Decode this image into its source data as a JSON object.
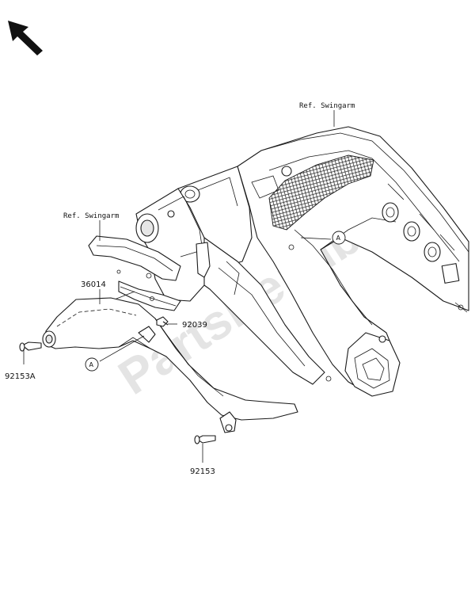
{
  "labels": {
    "ref_swingarm_top": "Ref. Swingarm",
    "ref_swingarm_left": "Ref. Swingarm",
    "part_36014": "36014",
    "part_92039": "92039",
    "part_92153A": "92153A",
    "part_92153": "92153",
    "callout_a_right": "A",
    "callout_a_left": "A"
  },
  "watermark": "PartsRepublik",
  "icons": {
    "direction_arrow": "arrow-up-left-icon",
    "watermark_gear": "gear-icon"
  }
}
